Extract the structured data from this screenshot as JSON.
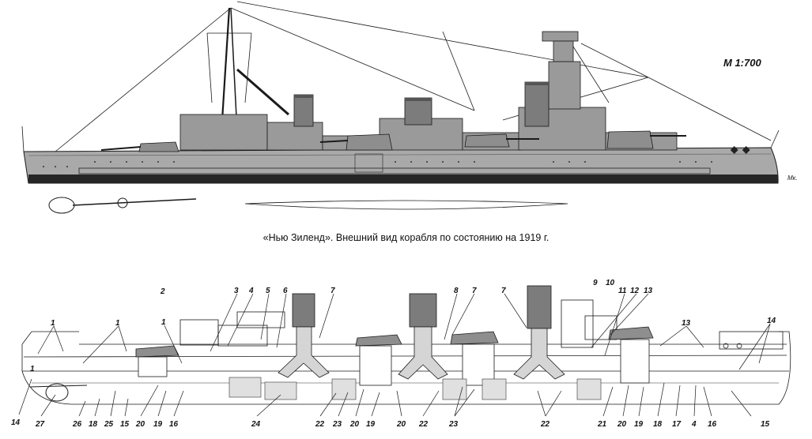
{
  "scale_label": "M 1:700",
  "caption": "«Нью Зиленд». Внешний вид корабля по состоянию на 1919 г.",
  "signature": "Мк.",
  "colors": {
    "hull": "#a9a9a9",
    "boot_top": "#262626",
    "superstructure": "#9a9a9a",
    "funnel": "#7c7c7c",
    "line": "#1a1a1a"
  },
  "callouts": [
    {
      "n": "1"
    },
    {
      "n": "1"
    },
    {
      "n": "1"
    },
    {
      "n": "1"
    },
    {
      "n": "2"
    },
    {
      "n": "3"
    },
    {
      "n": "4"
    },
    {
      "n": "5"
    },
    {
      "n": "6"
    },
    {
      "n": "7"
    },
    {
      "n": "8"
    },
    {
      "n": "7"
    },
    {
      "n": "7"
    },
    {
      "n": "9"
    },
    {
      "n": "10"
    },
    {
      "n": "11"
    },
    {
      "n": "12"
    },
    {
      "n": "13"
    },
    {
      "n": "13"
    },
    {
      "n": "14"
    },
    {
      "n": "14"
    },
    {
      "n": "27"
    },
    {
      "n": "26"
    },
    {
      "n": "18"
    },
    {
      "n": "25"
    },
    {
      "n": "15"
    },
    {
      "n": "20"
    },
    {
      "n": "19"
    },
    {
      "n": "16"
    },
    {
      "n": "24"
    },
    {
      "n": "22"
    },
    {
      "n": "23"
    },
    {
      "n": "20"
    },
    {
      "n": "19"
    },
    {
      "n": "20"
    },
    {
      "n": "22"
    },
    {
      "n": "23"
    },
    {
      "n": "22"
    },
    {
      "n": "21"
    },
    {
      "n": "20"
    },
    {
      "n": "19"
    },
    {
      "n": "18"
    },
    {
      "n": "17"
    },
    {
      "n": "4"
    },
    {
      "n": "16"
    },
    {
      "n": "15"
    }
  ]
}
